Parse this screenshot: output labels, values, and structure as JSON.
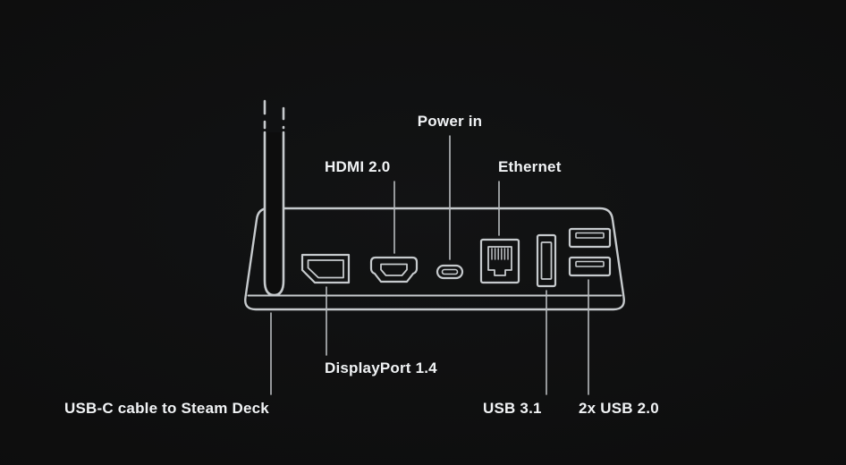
{
  "diagram": {
    "labels": {
      "power_in": "Power in",
      "hdmi": "HDMI 2.0",
      "ethernet": "Ethernet",
      "displayport": "DisplayPort 1.4",
      "usbc_cable": "USB-C cable to Steam Deck",
      "usb31": "USB 3.1",
      "usb20": "2x USB 2.0"
    },
    "colors": {
      "background": "#0d0d0d",
      "outline": "#c6cacd",
      "leader_line": "#b7bbbe",
      "text": "#f1f3f5"
    },
    "icons": [
      "usbc-cable-icon",
      "displayport-port-icon",
      "hdmi-port-icon",
      "usbc-power-port-icon",
      "ethernet-port-icon",
      "usb-a-3-1-port-icon",
      "usb-a-2-0-ports-icon"
    ]
  }
}
